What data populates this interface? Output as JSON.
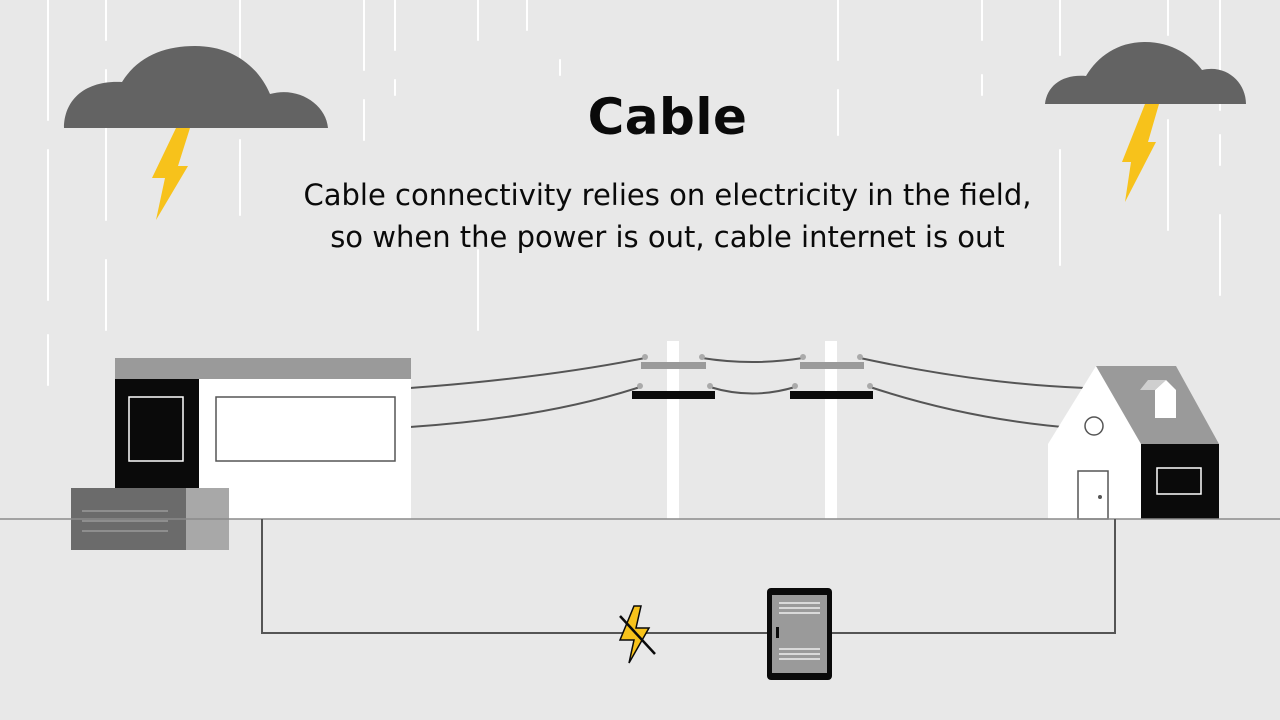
{
  "heading": {
    "title": "Cable",
    "subtitle_line1": "Cable connectivity relies on electricity in the field,",
    "subtitle_line2": "so when the power is out, cable internet is out"
  },
  "colors": {
    "background": "#e8e8e8",
    "cloud": "#636363",
    "lightning": "#f7c21b",
    "building_dark": "#0a0a0a",
    "roof": "#9a9a9a",
    "wire": "#555555",
    "rain": "#ffffff"
  },
  "icons": [
    "storm-cloud-icon",
    "lightning-bolt-icon",
    "headend-building-icon",
    "utility-pole-icon",
    "house-icon",
    "street-cabinet-icon",
    "power-outage-icon"
  ]
}
